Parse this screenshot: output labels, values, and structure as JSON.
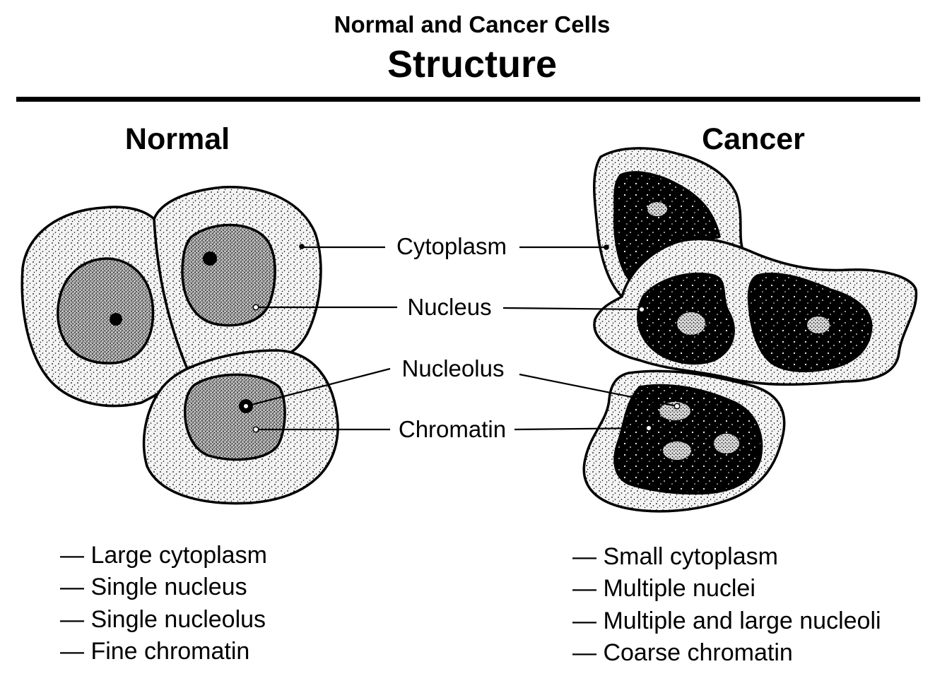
{
  "header": {
    "subtitle": "Normal and Cancer Cells",
    "title": "Structure"
  },
  "columns": {
    "normal": "Normal",
    "cancer": "Cancer"
  },
  "labels": [
    "Cytoplasm",
    "Nucleus",
    "Nucleolus",
    "Chromatin"
  ],
  "normal_traits": [
    "— Large cytoplasm",
    "— Single nucleus",
    "— Single nucleolus",
    "— Fine chromatin"
  ],
  "cancer_traits": [
    "— Small cytoplasm",
    "— Multiple nuclei",
    "— Multiple and large nucleoli",
    "— Coarse chromatin"
  ],
  "colors": {
    "ink": "#000000",
    "paper": "#ffffff"
  }
}
